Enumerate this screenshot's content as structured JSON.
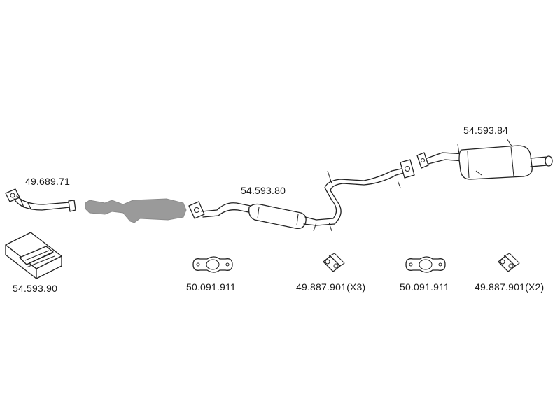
{
  "colors": {
    "line": "#222222",
    "background": "#ffffff",
    "shadow_part": "#9a9a9a"
  },
  "parts": {
    "front_pipe": {
      "number": "49.689.71"
    },
    "catalyst": {
      "number": ""
    },
    "middle_silencer": {
      "number": "54.593.80"
    },
    "rear_silencer": {
      "number": "54.593.84"
    },
    "mounting_kit": {
      "number": "54.593.90"
    },
    "gasket_1": {
      "number": "50.091.911"
    },
    "hanger_1": {
      "number": "49.887.901(X3)"
    },
    "gasket_2": {
      "number": "50.091.911"
    },
    "hanger_2": {
      "number": "49.887.901(X2)"
    }
  }
}
